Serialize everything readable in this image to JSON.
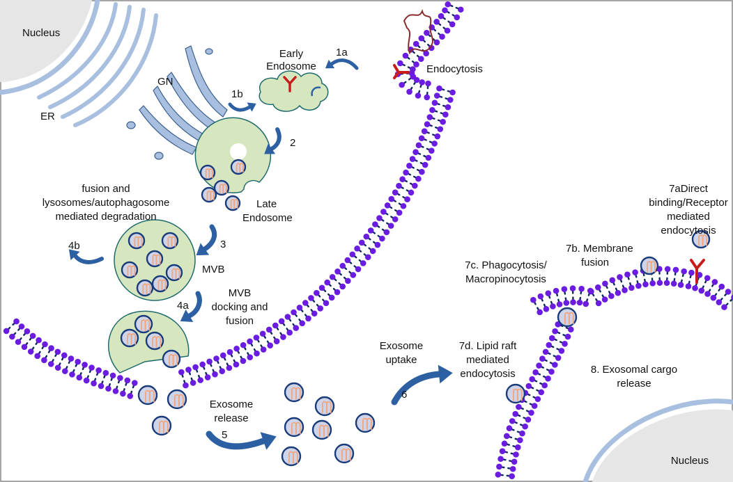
{
  "colors": {
    "phospholipid_head": "#6a1ce0",
    "lipid_tail": "#0d2a5a",
    "vesicle_fill": "#d6e7bf",
    "vesicle_stroke": "#1f6a6e",
    "exosome_fill": "#cfd4e8",
    "exosome_stroke": "#1a3b7a",
    "cargo": "#f0a67e",
    "receptor": "#c81b1b",
    "arrow": "#2d5fa3",
    "organelle": "#a8bfe0",
    "nucleus": "#e6e6e6",
    "frame": "#888888"
  },
  "labels": {
    "nucleus_top": "Nucleus",
    "nucleus_bottom": "Nucleus",
    "er": "ER",
    "gn": "GN",
    "early_endosome": [
      "Early",
      "Endosome"
    ],
    "endocytosis": "Endocytosis",
    "late_endosome": [
      "Late",
      "Endosome"
    ],
    "fusion_degradation": [
      "fusion and",
      "lysosomes/autophagosome",
      "mediated degradation"
    ],
    "mvb": "MVB",
    "mvb_docking": [
      "MVB",
      "docking and",
      "fusion"
    ],
    "exosome_release": [
      "Exosome",
      "release"
    ],
    "exosome_uptake": [
      "Exosome",
      "uptake"
    ],
    "direct_binding": [
      "7aDirect",
      "binding/Receptor",
      "mediated",
      "endocytosis"
    ],
    "membrane_fusion": [
      "7b. Membrane",
      "fusion"
    ],
    "phagocytosis": [
      "7c. Phagocytosis/",
      "Macropinocytosis"
    ],
    "lipid_raft": [
      "7d. Lipid raft",
      "mediated",
      "endocytosis"
    ],
    "cargo_release": [
      "8. Exosomal cargo",
      "release"
    ]
  },
  "steps": {
    "s1a": "1a",
    "s1b": "1b",
    "s2": "2",
    "s3": "3",
    "s4a": "4a",
    "s4b": "4b",
    "s5": "5",
    "s6": "6"
  }
}
